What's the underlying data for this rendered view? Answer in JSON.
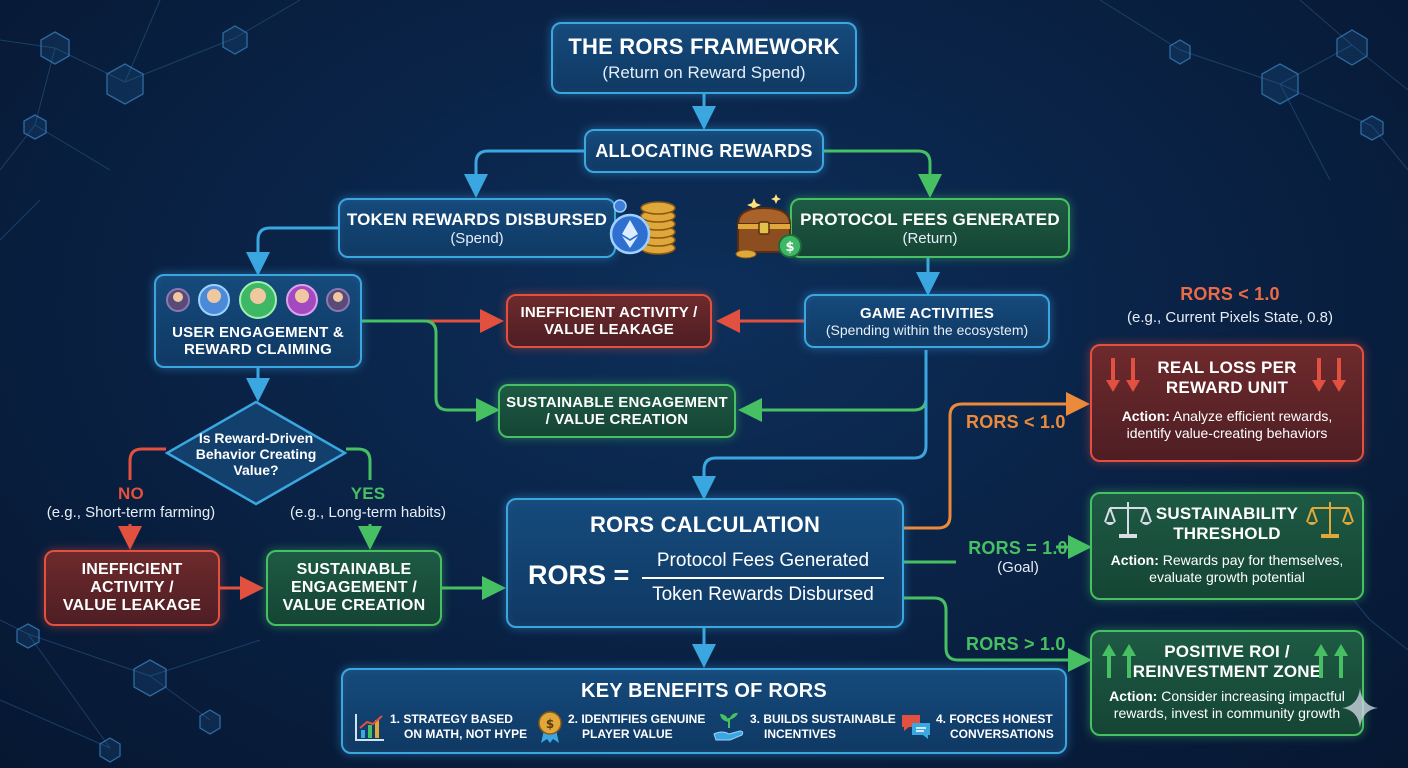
{
  "title": {
    "main": "THE RORS FRAMEWORK",
    "sub": "(Return on Reward Spend)"
  },
  "allocating": "ALLOCATING REWARDS",
  "token_rewards": {
    "main": "TOKEN REWARDS DISBURSED",
    "sub": "(Spend)"
  },
  "protocol_fees": {
    "main": "PROTOCOL FEES GENERATED",
    "sub": "(Return)"
  },
  "user_engagement": {
    "line1": "USER ENGAGEMENT &",
    "line2": "REWARD CLAIMING"
  },
  "game_activities": {
    "main": "GAME ACTIVITIES",
    "sub": "(Spending within the ecosystem)"
  },
  "inefficient_mid": {
    "line1": "INEFFICIENT ACTIVITY /",
    "line2": "VALUE LEAKAGE"
  },
  "sustainable_mid": {
    "line1": "SUSTAINABLE ENGAGEMENT",
    "line2": "/ VALUE CREATION"
  },
  "decision": {
    "line1": "Is Reward-Driven",
    "line2": "Behavior Creating",
    "line3": "Value?"
  },
  "no_branch": {
    "label": "NO",
    "example": "(e.g., Short-term farming)"
  },
  "yes_branch": {
    "label": "YES",
    "example": "(e.g., Long-term habits)"
  },
  "inefficient_low": {
    "line1": "INEFFICIENT",
    "line2": "ACTIVITY /",
    "line3": "VALUE LEAKAGE"
  },
  "sustainable_low": {
    "line1": "SUSTAINABLE",
    "line2": "ENGAGEMENT /",
    "line3": "VALUE CREATION"
  },
  "calculation": {
    "title": "RORS CALCULATION",
    "lhs": "RORS =",
    "numerator": "Protocol Fees Generated",
    "denominator": "Token Rewards Disbursed"
  },
  "benefits": {
    "title": "KEY BENEFITS OF RORS",
    "items": [
      {
        "line1": "1. STRATEGY BASED",
        "line2": "ON MATH, NOT HYPE",
        "icon": "chart-icon"
      },
      {
        "line1": "2. IDENTIFIES GENUINE",
        "line2": "PLAYER VALUE",
        "icon": "medal-icon"
      },
      {
        "line1": "3. BUILDS SUSTAINABLE",
        "line2": "INCENTIVES",
        "icon": "sprout-hand-icon"
      },
      {
        "line1": "4. FORCES HONEST",
        "line2": "CONVERSATIONS",
        "icon": "chat-bubbles-icon"
      }
    ]
  },
  "header_lt": {
    "label": "RORS < 1.0",
    "example": "(e.g., Current Pixels State, 0.8)"
  },
  "branch_lt": "RORS < 1.0",
  "branch_eq": {
    "label": "RORS = 1.0",
    "sub": "(Goal)"
  },
  "branch_gt": "RORS > 1.0",
  "outcome_loss": {
    "line1": "REAL LOSS PER",
    "line2": "REWARD UNIT",
    "action_label": "Action:",
    "action_text": "Analyze efficient rewards,",
    "action_text2": "identify value-creating behaviors"
  },
  "outcome_threshold": {
    "line1": "SUSTAINABILITY",
    "line2": "THRESHOLD",
    "action_label": "Action:",
    "action_text": "Rewards pay for themselves,",
    "action_text2": "evaluate growth potential"
  },
  "outcome_positive": {
    "line1": "POSITIVE ROI /",
    "line2": "REINVESTMENT ZONE",
    "action_label": "Action:",
    "action_text": "Consider increasing impactful",
    "action_text2": "rewards, invest in community growth"
  },
  "colors": {
    "blue": "#3aa7e0",
    "red": "#e2503f",
    "green": "#46c062",
    "orange": "#ec8a3c"
  }
}
